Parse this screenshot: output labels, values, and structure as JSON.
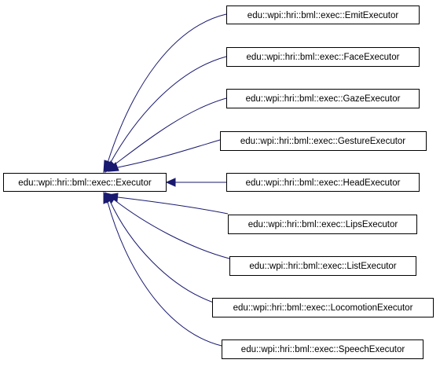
{
  "colors": {
    "edge": "#191970",
    "box_border": "#000000",
    "box_fill": "#ffffff",
    "text": "#000000"
  },
  "base": {
    "label": "edu::wpi::hri::bml::exec::Executor"
  },
  "derived": [
    {
      "label": "edu::wpi::hri::bml::exec::EmitExecutor"
    },
    {
      "label": "edu::wpi::hri::bml::exec::FaceExecutor"
    },
    {
      "label": "edu::wpi::hri::bml::exec::GazeExecutor"
    },
    {
      "label": "edu::wpi::hri::bml::exec::GestureExecutor"
    },
    {
      "label": "edu::wpi::hri::bml::exec::HeadExecutor"
    },
    {
      "label": "edu::wpi::hri::bml::exec::LipsExecutor"
    },
    {
      "label": "edu::wpi::hri::bml::exec::ListExecutor"
    },
    {
      "label": "edu::wpi::hri::bml::exec::LocomotionExecutor"
    },
    {
      "label": "edu::wpi::hri::bml::exec::SpeechExecutor"
    }
  ]
}
